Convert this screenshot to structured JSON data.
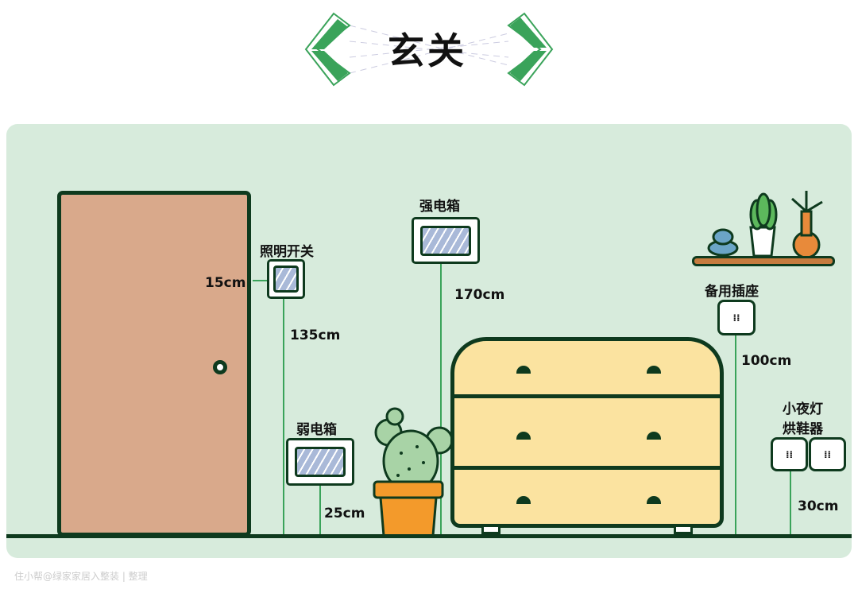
{
  "title": "玄关",
  "labels": {
    "light_switch": "照明开关",
    "light_switch_offset": "15cm",
    "light_switch_height": "135cm",
    "main_box": "强电箱",
    "main_box_height": "170cm",
    "weak_box": "弱电箱",
    "weak_box_height": "25cm",
    "spare_socket": "备用插座",
    "spare_socket_height": "100cm",
    "night_light_1": "小夜灯",
    "night_light_2": "烘鞋器",
    "night_light_height": "30cm"
  },
  "watermark": "住小帮@绿家家居入整装 | 整理",
  "colors": {
    "accent": "#3aa35a",
    "dark": "#0e3a1e",
    "wall": "#d7ebdc",
    "door": "#d9a98b",
    "dresser": "#fbe3a0"
  }
}
